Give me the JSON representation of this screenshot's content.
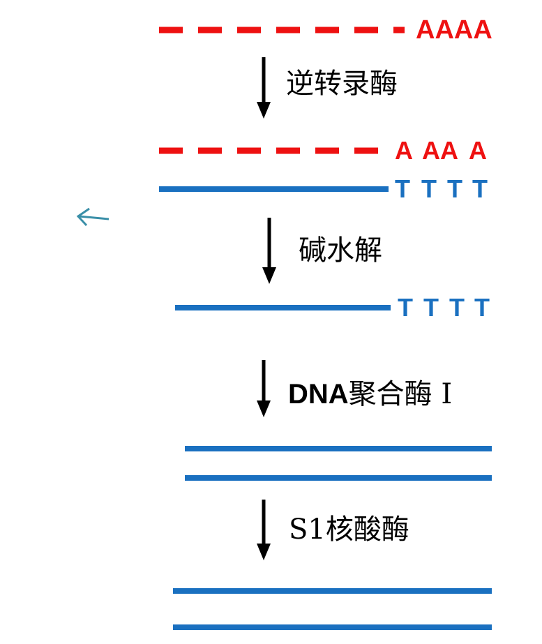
{
  "colors": {
    "rna": "#ee1111",
    "dna": "#1a70c0",
    "arrow": "#000000",
    "cursor": "#3a8fa8",
    "text": "#000000"
  },
  "rna_top": {
    "tail": "AAAA"
  },
  "step1": {
    "label": "逆转录酶"
  },
  "hybrid": {
    "rna_tail": [
      "A",
      "AA",
      "A"
    ],
    "dna_tail": [
      "T",
      "T",
      "T",
      "T"
    ]
  },
  "step2": {
    "label": "碱水解"
  },
  "single_strand": {
    "tail": [
      "T",
      "T",
      "T",
      "T"
    ]
  },
  "step3": {
    "prefix": "DNA",
    "label": "聚合酶 I"
  },
  "step4": {
    "label": "S1核酸酶"
  },
  "icons": {
    "cursor": "left-arrow-icon"
  }
}
